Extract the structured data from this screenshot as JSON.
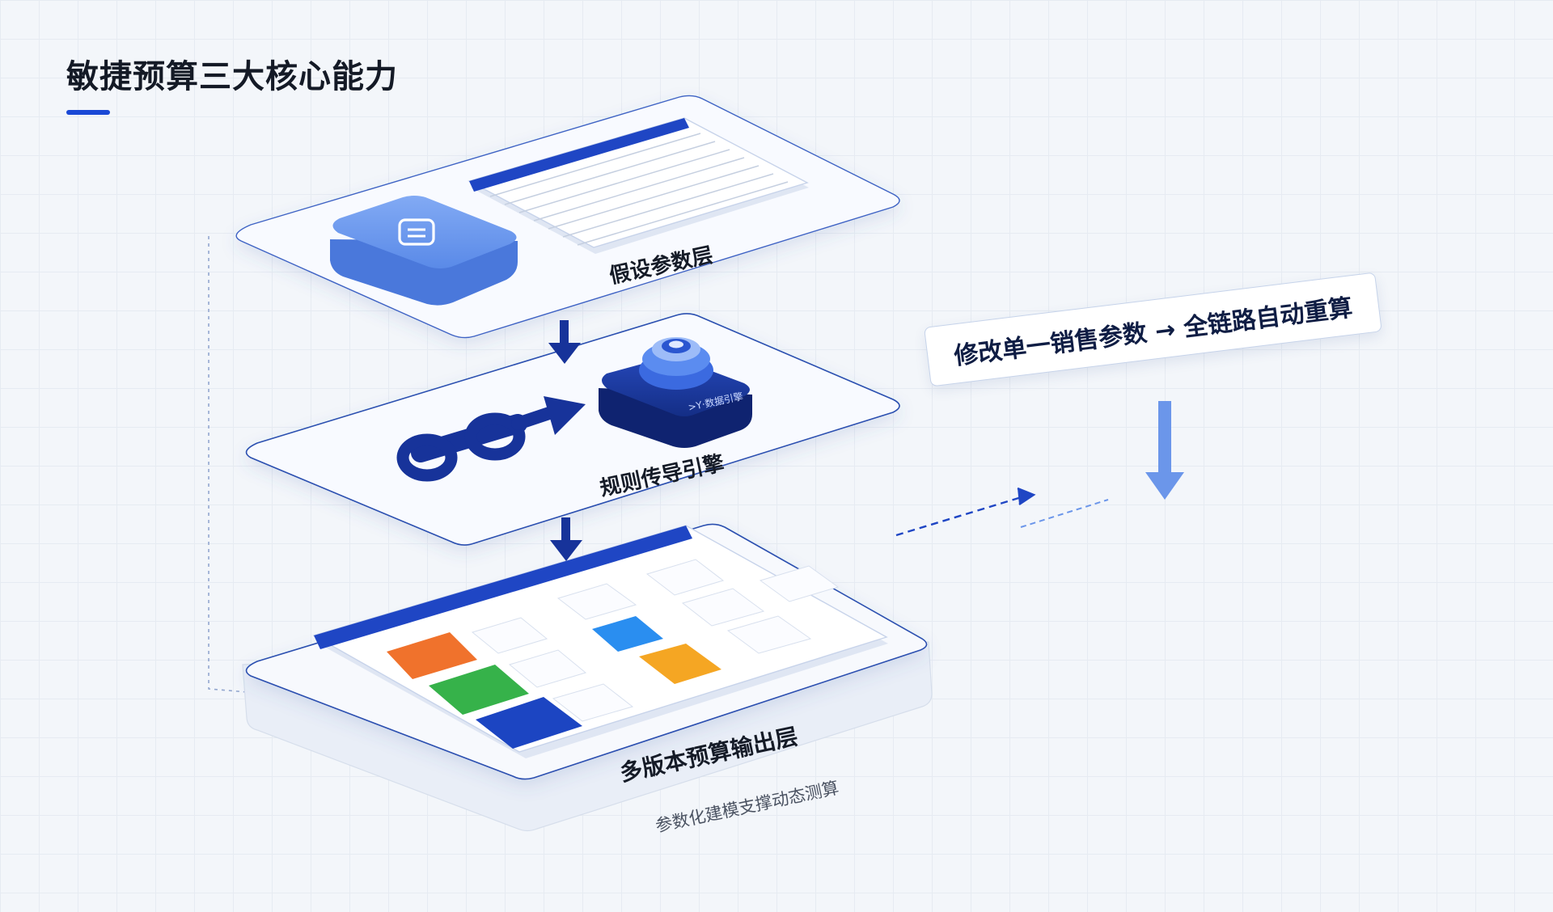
{
  "title": "敏捷预算三大核心能力",
  "layers": {
    "assumption": {
      "label": "假设参数层"
    },
    "engine": {
      "label": "规则传导引擎",
      "chip_text": ">Y·数据引擎"
    },
    "output": {
      "label": "多版本预算输出层",
      "sublabel": "参数化建模支撑动态测算"
    }
  },
  "callout": {
    "text": "修改单一销售参数 → 全链路自动重算"
  },
  "colors": {
    "accent": "#1a49d6",
    "navy": "#14308f",
    "light_blue": "#6f9cf0",
    "orange": "#f0722c",
    "green": "#36b24a",
    "dark_blue": "#1c45c2",
    "sky": "#2a8ef0",
    "amber": "#f5a623"
  },
  "icons": [
    "database-icon",
    "engine-dial-icon",
    "link-arrow-icon",
    "down-arrow-icon",
    "dashboard-icon"
  ]
}
